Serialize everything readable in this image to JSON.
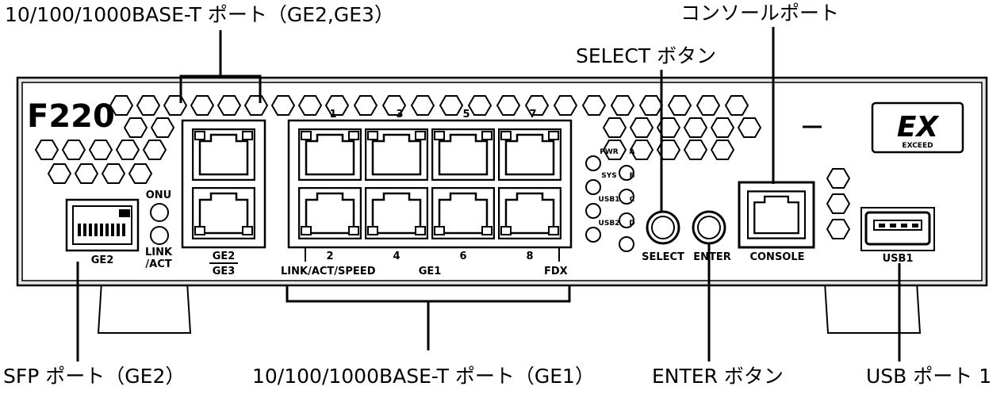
{
  "callouts": {
    "ge2_ge3_ports": "10/100/1000BASE-T ポート（GE2,GE3）",
    "console_port": "コンソールポート",
    "select_button": "SELECT ボタン",
    "sfp_port": "SFP ポート（GE2）",
    "ge1_ports": "10/100/1000BASE-T ポート（GE1）",
    "enter_button": "ENTER ボタン",
    "usb_port": "USB ポート 1"
  },
  "panel": {
    "model": "F220",
    "brand_logo": "EX",
    "brand_sub": "EXCEED",
    "sfp_label": "GE2",
    "onu_label": "ONU",
    "link_act_label_line1": "LINK",
    "link_act_label_line2": "/ACT",
    "ge2_label": "GE2",
    "ge3_label": "GE3",
    "port_numbers_top": [
      "1",
      "3",
      "5",
      "7"
    ],
    "port_numbers_bottom": [
      "2",
      "4",
      "6",
      "8"
    ],
    "link_act_speed_label": "LINK/ACT/SPEED",
    "ge1_label": "GE1",
    "fdx_label": "FDX",
    "led_labels_left": [
      "PWR",
      "SYS",
      "USB1",
      "USB2"
    ],
    "led_labels_right": [
      "A",
      "B",
      "C",
      "D"
    ],
    "select_label": "SELECT",
    "enter_label": "ENTER",
    "console_label": "CONSOLE",
    "usb_label": "USB1"
  },
  "icons": {
    "sfp": "sfp-cage-icon",
    "rj45": "rj45-jack-icon",
    "usb": "usb-a-port-icon",
    "button": "round-push-button-icon",
    "led": "led-indicator-icon"
  },
  "colors": {
    "line": "#000000",
    "panel_bg": "#ffffff",
    "panel_bezel": "#e6e6e6"
  }
}
